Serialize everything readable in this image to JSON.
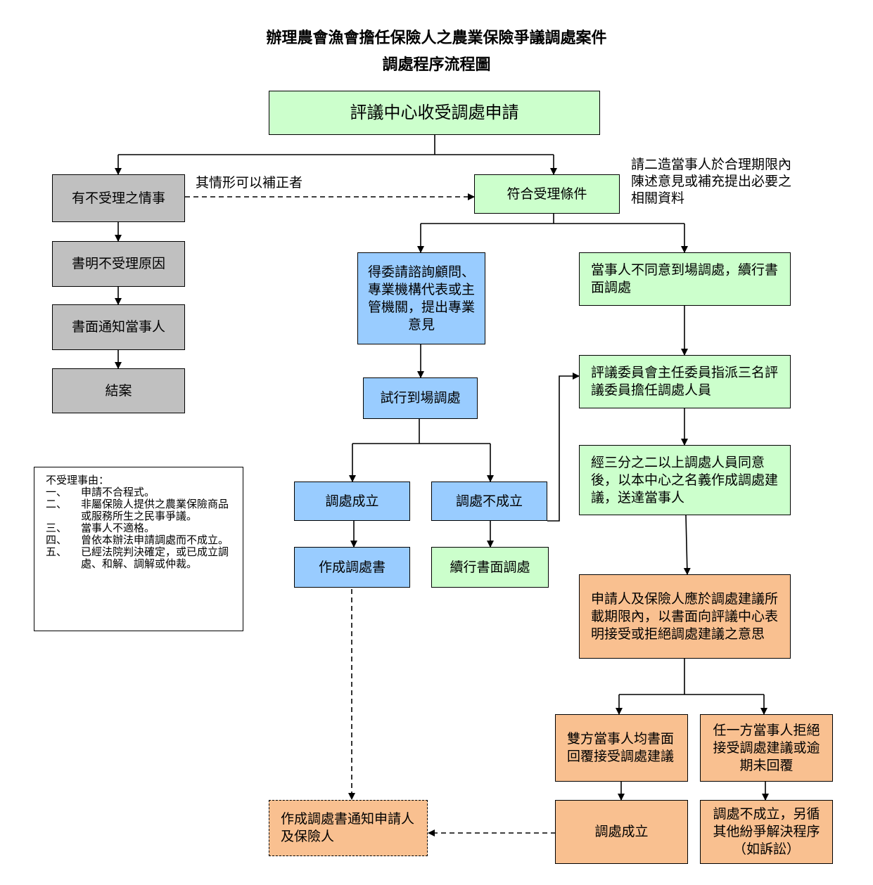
{
  "title": {
    "line1": "辦理農會漁會擔任保險人之農業保險爭議調處案件",
    "line2": "調處程序流程圖"
  },
  "nodes": {
    "receive": "評議中心收受調處申請",
    "not_accepted": "有不受理之情事",
    "state_reason": "書明不受理原因",
    "notify_party": "書面通知當事人",
    "close_case": "結案",
    "eligible": "符合受理條件",
    "consult": "得委請諮詢顧問、專業機構代表或主管機關，提出專業意見",
    "trial": "試行到場調處",
    "success": "調處成立",
    "fail": "調處不成立",
    "make_doc": "作成調處書",
    "continue_written": "續行書面調處",
    "party_disagree": "當事人不同意到場調處，續行書面調處",
    "assign": "評議委員會主任委員指派三名評議委員擔任調處人員",
    "recommend": "經三分之二以上調處人員同意後，以本中心之名義作成調處建議，送達當事人",
    "reply": "申請人及保險人應於調處建議所載期限內，以書面向評議中心表明接受或拒絕調處建議之意思",
    "both_accept": "雙方當事人均書面回覆接受調處建議",
    "reject": "任一方當事人拒絕接受調處建議或逾期未回覆",
    "final_success": "調處成立",
    "final_fail": "調處不成立，另循其他紛爭解決程序（如訴訟）",
    "notify_doc": "作成調處書通知申請人及保險人"
  },
  "labels": {
    "correctable": "其情形可以補正者",
    "request_note": "請二造當事人於合理期限內陳述意見或補充提出必要之相關資料"
  },
  "reasons": {
    "heading": "不受理事由：",
    "items": [
      {
        "num": "一、",
        "text": "申請不合程式。"
      },
      {
        "num": "二、",
        "text": "非屬保險人提供之農業保險商品或服務所生之民事爭議。"
      },
      {
        "num": "三、",
        "text": "當事人不適格。"
      },
      {
        "num": "四、",
        "text": "曾依本辦法申請調處而不成立。"
      },
      {
        "num": "五、",
        "text": "已經法院判決確定，或已成立調處、和解、調解或仲裁。"
      }
    ]
  },
  "colors": {
    "green": "#ccffcc",
    "gray": "#c0c0c0",
    "blue": "#99ccff",
    "orange": "#f9c090"
  }
}
